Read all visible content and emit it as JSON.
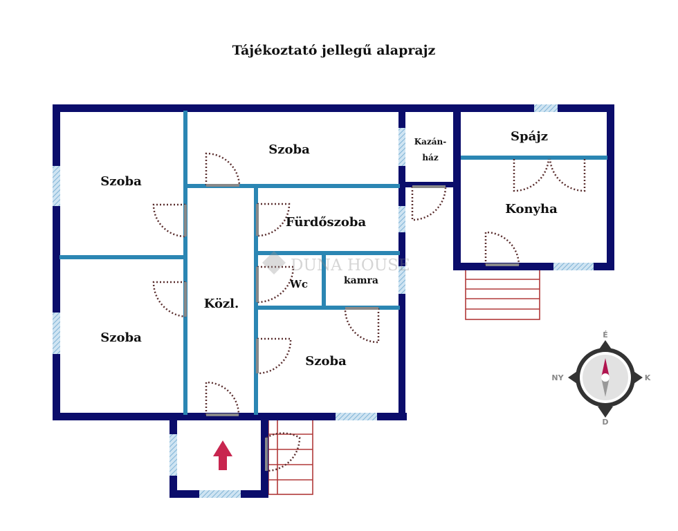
{
  "title": "Tájékoztató jellegű alaprajz",
  "rooms": {
    "szoba_nw": "Szoba",
    "szoba_n": "Szoba",
    "kazanhaz_1": "Kazán-",
    "kazanhaz_2": "ház",
    "spajz": "Spájz",
    "konyha": "Konyha",
    "furdoszoba": "Fürdőszoba",
    "szoba_sw": "Szoba",
    "kozl": "Közl.",
    "wc": "Wc",
    "kamra": "kamra",
    "szoba_s": "Szoba"
  },
  "watermark": "DUNA HOUSE",
  "compass": {
    "north": "É",
    "south": "D",
    "east": "K",
    "west": "NY"
  },
  "colors": {
    "outer_wall": "#0b0d6b",
    "inner_wall": "#2b86b3",
    "window": "#a9cfe6",
    "stairs": "#b03838",
    "entry_arrow": "#c8264f"
  }
}
